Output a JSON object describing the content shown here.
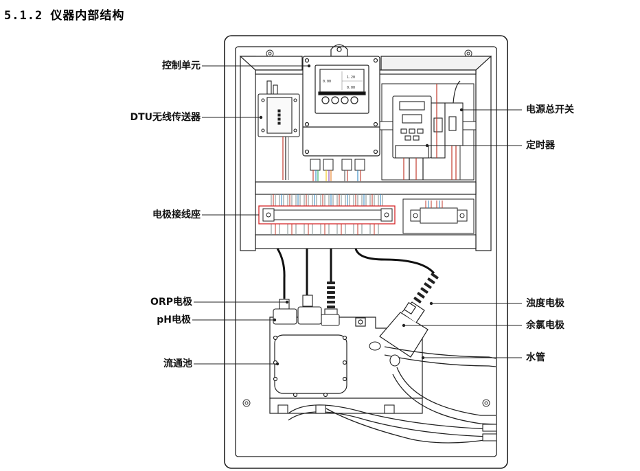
{
  "section_title": "5.1.2 仪器内部结构",
  "labels": {
    "controller": "控制单元",
    "dtu": "DTU无线传送器",
    "terminal_block": "电极接线座",
    "orp_electrode": "ORP电极",
    "ph_electrode": "pH电极",
    "flow_cell": "流通池",
    "main_switch": "电源总开关",
    "timer": "定时器",
    "turbidity_electrode": "浊度电极",
    "chlorine_electrode": "余氯电极",
    "water_pipe": "水管"
  },
  "display": {
    "value_top": "0.00",
    "value_right": "1.20",
    "value_bottom": "0.00"
  }
}
